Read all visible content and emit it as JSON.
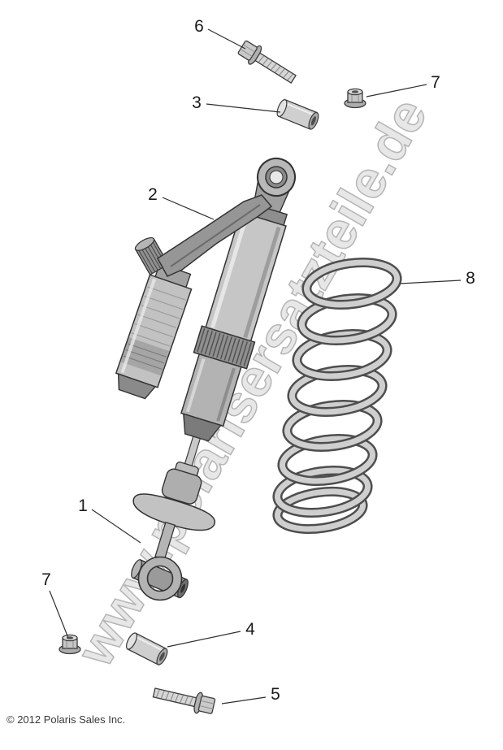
{
  "page": {
    "copyright": "© 2012 Polaris Sales Inc."
  },
  "watermark": {
    "text": "www.polarisersatzteile.de",
    "fill": "#e3e3e3",
    "stroke": "#a9a9a9"
  },
  "callouts": [
    {
      "label": "6"
    },
    {
      "label": "3"
    },
    {
      "label": "7"
    },
    {
      "label": "2"
    },
    {
      "label": "8"
    },
    {
      "label": "1"
    },
    {
      "label": "7"
    },
    {
      "label": "4"
    },
    {
      "label": "5"
    }
  ],
  "parts": [
    {
      "callout": "1",
      "name": "lower-mount-assembly"
    },
    {
      "callout": "2",
      "name": "shock-absorber-with-reservoir"
    },
    {
      "callout": "3",
      "name": "spacer-bushing-upper"
    },
    {
      "callout": "4",
      "name": "spacer-bushing-lower"
    },
    {
      "callout": "5",
      "name": "hex-flange-bolt-lower"
    },
    {
      "callout": "6",
      "name": "hex-flange-bolt-upper"
    },
    {
      "callout": "7",
      "name": "hex-flange-nut"
    },
    {
      "callout": "8",
      "name": "coil-spring"
    }
  ],
  "colors": {
    "line": "#2f2f2f",
    "metal_light": "#d6d6d6",
    "metal_mid": "#b5b5b5",
    "metal_dark": "#8a8a8a"
  }
}
